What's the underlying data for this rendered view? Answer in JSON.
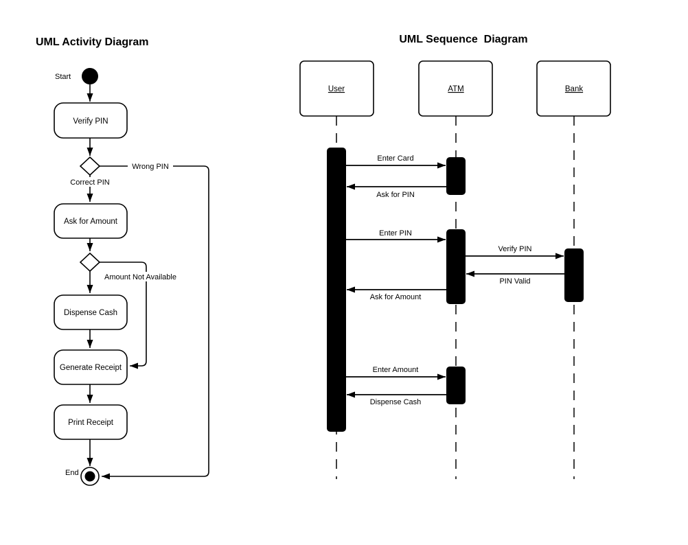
{
  "colors": {
    "ink": "#000000",
    "background": "#ffffff"
  },
  "activity_diagram": {
    "title": "UML Activity Diagram",
    "start_label": "Start",
    "end_label": "End",
    "nodes": [
      {
        "label": "Verify PIN"
      },
      {
        "label": "Ask for Amount"
      },
      {
        "label": "Dispense Cash"
      },
      {
        "label": "Generate Receipt"
      },
      {
        "label": "Print Receipt"
      }
    ],
    "branch_labels": {
      "wrong_pin": "Wrong PIN",
      "correct_pin": "Correct PIN",
      "amount_not_available": "Amount Not Available"
    }
  },
  "sequence_diagram": {
    "title": "UML Sequence  Diagram",
    "lifelines": [
      {
        "name": "User"
      },
      {
        "name": "ATM"
      },
      {
        "name": "Bank"
      }
    ],
    "messages": [
      {
        "label": "Enter Card",
        "from": "User",
        "to": "ATM"
      },
      {
        "label": "Ask for PIN",
        "from": "ATM",
        "to": "User"
      },
      {
        "label": "Enter PIN",
        "from": "User",
        "to": "ATM"
      },
      {
        "label": "Verify PIN",
        "from": "ATM",
        "to": "Bank"
      },
      {
        "label": "PIN Valid",
        "from": "Bank",
        "to": "ATM"
      },
      {
        "label": "Ask for Amount",
        "from": "ATM",
        "to": "User"
      },
      {
        "label": "Enter Amount",
        "from": "User",
        "to": "ATM"
      },
      {
        "label": "Dispense Cash",
        "from": "ATM",
        "to": "User"
      }
    ]
  }
}
